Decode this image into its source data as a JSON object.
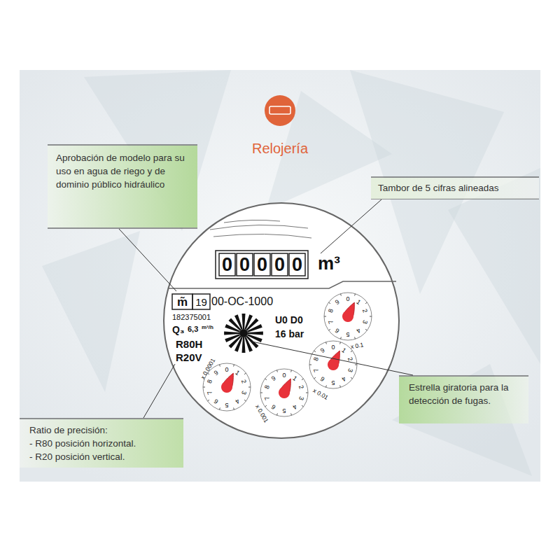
{
  "diagram": {
    "title": "Relojería",
    "nodes": [
      {
        "text": [
          "Aprobación de modelo para su uso en agua de riego y de dominio público hidráulico"
        ]
      },
      {
        "text": [
          "Tambor de 5 cifras alineadas"
        ]
      },
      {
        "text": [
          "Estrella giratoria para la detección de fugas."
        ]
      },
      {
        "text": [
          "Ratio de precisión:",
          "- R80 posición horizontal.",
          "- R20 posición vertical."
        ]
      }
    ],
    "labels": [
      "0",
      "0",
      "0",
      "0",
      "0",
      "m³",
      "m̃",
      "19",
      "00-OC-1000",
      "182375001",
      "Q₃",
      "6,3",
      "m³/h",
      "R80H",
      "R20V",
      "U0 D0",
      "16 bar",
      "0",
      "1",
      "2",
      "3",
      "4",
      "5",
      "6",
      "7",
      "8",
      "9",
      "x 0.1",
      "0",
      "1",
      "2",
      "3",
      "4",
      "5",
      "6",
      "7",
      "8",
      "9",
      "x 0.01",
      "0",
      "1",
      "2",
      "3",
      "4",
      "5",
      "6",
      "7",
      "8",
      "9",
      "x 0.0001",
      "0",
      "1",
      "2",
      "3",
      "4",
      "5",
      "6",
      "7",
      "8",
      "9",
      "x 0.001"
    ]
  }
}
